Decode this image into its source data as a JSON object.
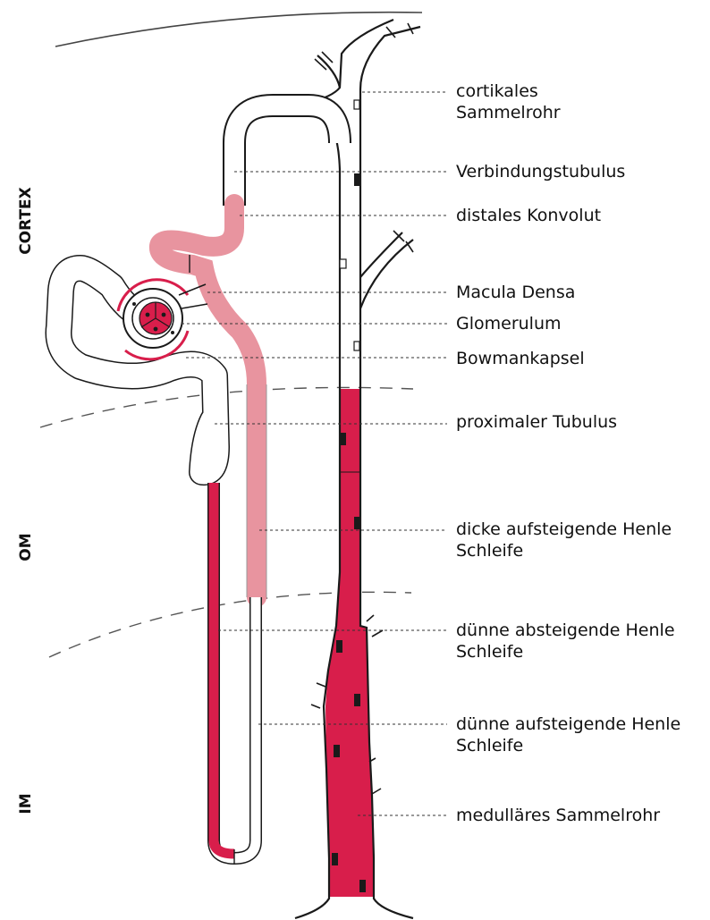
{
  "zones": {
    "cortex": "CORTEX",
    "outer_medulla": "OM",
    "inner_medulla": "IM"
  },
  "labels": {
    "cortical_collecting_duct": [
      "cortikales",
      "Sammelrohr"
    ],
    "connecting_tubule": "Verbindungstubulus",
    "distal_convoluted": "distales Konvolut",
    "macula_densa": "Macula Densa",
    "glomerulum": "Glomerulum",
    "bowman_capsule": "Bowmankapsel",
    "proximal_tubule": "proximaler Tubulus",
    "thick_ascending_limb": [
      "dicke aufsteigende Henle",
      "Schleife"
    ],
    "thin_descending_limb": [
      "dünne absteigende Henle",
      "Schleife"
    ],
    "thin_ascending_limb": [
      "dünne aufsteigende Henle",
      "Schleife"
    ],
    "medullary_collecting_duct": "medulläres Sammelrohr"
  },
  "colors": {
    "red": "#d81e4b",
    "pink": "#e8949f",
    "outline": "#1a1a1a",
    "leader": "#333333"
  }
}
